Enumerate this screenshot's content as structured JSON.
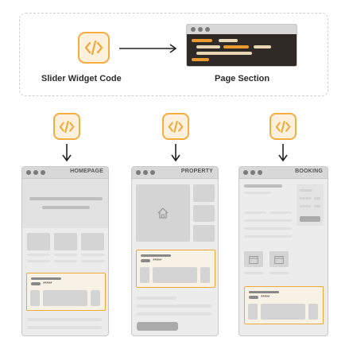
{
  "top": {
    "source_label": "Slider Widget Code",
    "target_label": "Page Section"
  },
  "pages": [
    {
      "title": "HOMEPAGE"
    },
    {
      "title": "PROPERTY"
    },
    {
      "title": "BOOKING"
    }
  ],
  "rating_stars": "*****",
  "colors": {
    "accent": "#f4ad3f",
    "code_bg": "#2f2a26"
  },
  "icons": [
    "code-icon",
    "arrow-right-icon",
    "arrow-down-icon",
    "house-icon",
    "calendar-icon"
  ]
}
